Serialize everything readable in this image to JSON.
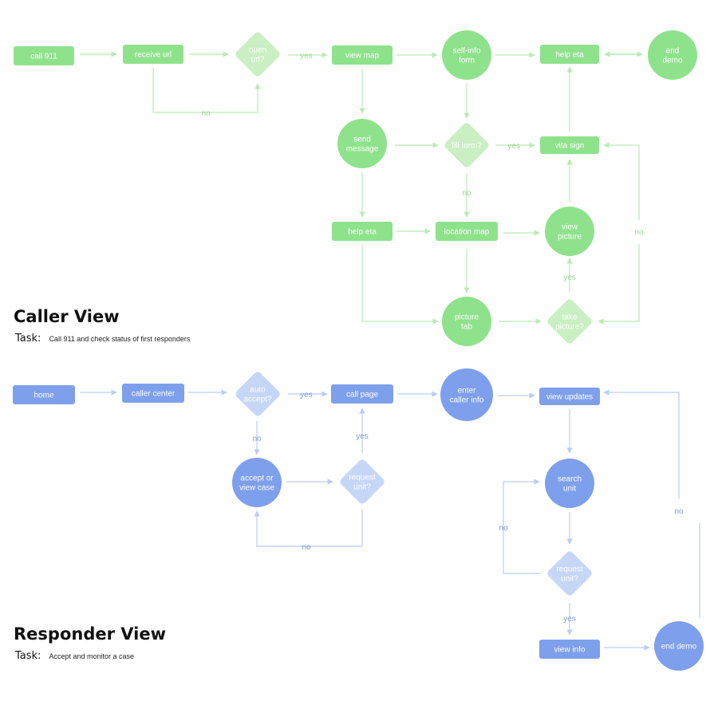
{
  "colors": {
    "green_node": "#8fe28c",
    "green_light": "#c9efc3",
    "green_edge": "#b8ecb2",
    "green_label": "#9bd995",
    "blue_node": "#7e9feb",
    "blue_light": "#c6d6f7",
    "blue_edge": "#b9cdf5",
    "blue_label": "#7e9feb"
  },
  "caller": {
    "title": "Caller View",
    "task_label": "Task:",
    "task_text": "Call 911 and check status of first responders",
    "nodes": [
      {
        "id": "c_call911",
        "shape": "rect",
        "lines": [
          "call 911"
        ]
      },
      {
        "id": "c_receive",
        "shape": "rect",
        "lines": [
          "receive url"
        ]
      },
      {
        "id": "c_open",
        "shape": "diamond",
        "lines": [
          "open",
          "url?"
        ]
      },
      {
        "id": "c_viewmap",
        "shape": "rect",
        "lines": [
          "view map"
        ]
      },
      {
        "id": "c_selfinfo",
        "shape": "circle",
        "lines": [
          "self-info",
          "form"
        ]
      },
      {
        "id": "c_helpeta_top",
        "shape": "rect",
        "lines": [
          "help eta"
        ]
      },
      {
        "id": "c_enddemo",
        "shape": "circle",
        "lines": [
          "end",
          "demo"
        ]
      },
      {
        "id": "c_send",
        "shape": "circle",
        "lines": [
          "send",
          "message"
        ]
      },
      {
        "id": "c_fill",
        "shape": "diamond",
        "lines": [
          "fill form?"
        ]
      },
      {
        "id": "c_vita",
        "shape": "rect",
        "lines": [
          "vita sign"
        ]
      },
      {
        "id": "c_helpeta_mid",
        "shape": "rect",
        "lines": [
          "help eta"
        ]
      },
      {
        "id": "c_locmap",
        "shape": "rect",
        "lines": [
          "location map"
        ]
      },
      {
        "id": "c_viewpic",
        "shape": "circle",
        "lines": [
          "view",
          "picture"
        ]
      },
      {
        "id": "c_pictab",
        "shape": "circle",
        "lines": [
          "picture",
          "tab"
        ]
      },
      {
        "id": "c_take",
        "shape": "diamond",
        "lines": [
          "take",
          "picture?"
        ]
      }
    ],
    "edge_labels": [
      {
        "id": "cl_yes1",
        "text": "yes"
      },
      {
        "id": "cl_no1",
        "text": "no"
      },
      {
        "id": "cl_yes2",
        "text": "yes"
      },
      {
        "id": "cl_no2",
        "text": "no"
      },
      {
        "id": "cl_no3",
        "text": "no"
      },
      {
        "id": "cl_yes3",
        "text": "yes"
      }
    ]
  },
  "responder": {
    "title": "Responder View",
    "task_label": "Task:",
    "task_text": "Accept and monitor a case",
    "nodes": [
      {
        "id": "r_home",
        "shape": "rect",
        "lines": [
          "home"
        ]
      },
      {
        "id": "r_center",
        "shape": "rect",
        "lines": [
          "caller center"
        ]
      },
      {
        "id": "r_auto",
        "shape": "diamond",
        "lines": [
          "auto",
          "accept?"
        ]
      },
      {
        "id": "r_callpage",
        "shape": "rect",
        "lines": [
          "call page"
        ]
      },
      {
        "id": "r_enter",
        "shape": "circle",
        "lines": [
          "enter",
          "caller info"
        ]
      },
      {
        "id": "r_updates",
        "shape": "rect",
        "lines": [
          "view updates"
        ]
      },
      {
        "id": "r_accept",
        "shape": "circle",
        "lines": [
          "accept or",
          "view case"
        ]
      },
      {
        "id": "r_req1",
        "shape": "diamond",
        "lines": [
          "request",
          "unit?"
        ]
      },
      {
        "id": "r_search",
        "shape": "circle",
        "lines": [
          "search",
          "unit"
        ]
      },
      {
        "id": "r_req2",
        "shape": "diamond",
        "lines": [
          "request",
          "unit?"
        ]
      },
      {
        "id": "r_viewinfo",
        "shape": "rect",
        "lines": [
          "view info"
        ]
      },
      {
        "id": "r_enddemo",
        "shape": "circle",
        "lines": [
          "end demo"
        ]
      }
    ],
    "edge_labels": [
      {
        "id": "rl_yes1",
        "text": "yes"
      },
      {
        "id": "rl_no1",
        "text": "no"
      },
      {
        "id": "rl_yes2",
        "text": "yes"
      },
      {
        "id": "rl_no2",
        "text": "no"
      },
      {
        "id": "rl_no3",
        "text": "no"
      },
      {
        "id": "rl_no4",
        "text": "no"
      },
      {
        "id": "rl_yes3",
        "text": "yes"
      }
    ]
  }
}
